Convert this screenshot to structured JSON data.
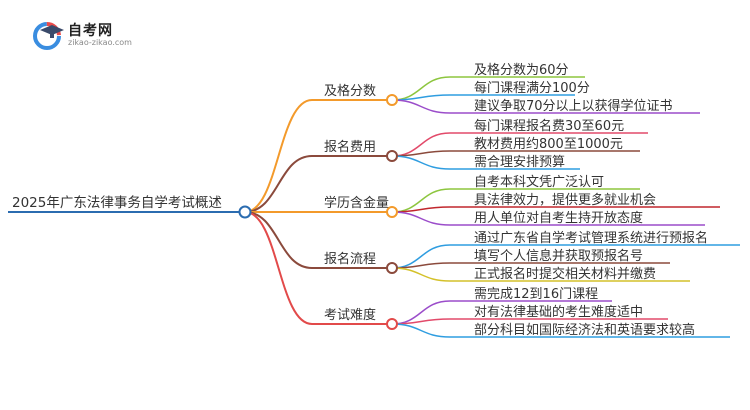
{
  "logo": {
    "title": "自考网",
    "url": "zikao-zikao.com",
    "icon": "graduation-cap-logo-icon"
  },
  "root": "2025年广东法律事务自学考试概述",
  "branches": [
    {
      "label": "及格分数",
      "color": "#f39a2b",
      "leaves": [
        {
          "text": "及格分数为60分",
          "color": "#8dc63f"
        },
        {
          "text": "每门课程满分100分",
          "color": "#2f9de0"
        },
        {
          "text": "建议争取70分以上以获得学位证书",
          "color": "#9b4dca"
        }
      ]
    },
    {
      "label": "报名费用",
      "color": "#8b4a3c",
      "leaves": [
        {
          "text": "每门课程报名费30至60元",
          "color": "#e24a6a"
        },
        {
          "text": "教材费用约800至1000元",
          "color": "#8b4a3c"
        },
        {
          "text": "需合理安排预算",
          "color": "#2f9de0"
        }
      ]
    },
    {
      "label": "学历含金量",
      "color": "#f39a2b",
      "leaves": [
        {
          "text": "自考本科文凭广泛认可",
          "color": "#8dc63f"
        },
        {
          "text": "具法律效力，提供更多就业机会",
          "color": "#c1272d"
        },
        {
          "text": "用人单位对自考生持开放态度",
          "color": "#9b4dca"
        }
      ]
    },
    {
      "label": "报名流程",
      "color": "#8b4a3c",
      "leaves": [
        {
          "text": "通过广东省自学考试管理系统进行预报名",
          "color": "#2f9de0"
        },
        {
          "text": "填写个人信息并获取预报名号",
          "color": "#8b4a3c"
        },
        {
          "text": "正式报名时提交相关材料并缴费",
          "color": "#d4c12a"
        }
      ]
    },
    {
      "label": "考试难度",
      "color": "#e24a4a",
      "leaves": [
        {
          "text": "需完成12到16门课程",
          "color": "#9b4dca"
        },
        {
          "text": "对有法律基础的考生难度适中",
          "color": "#e24a6a"
        },
        {
          "text": "部分科目如国际经济法和英语要求较高",
          "color": "#2f9de0"
        }
      ]
    }
  ],
  "root_color": "#2b6cb0"
}
